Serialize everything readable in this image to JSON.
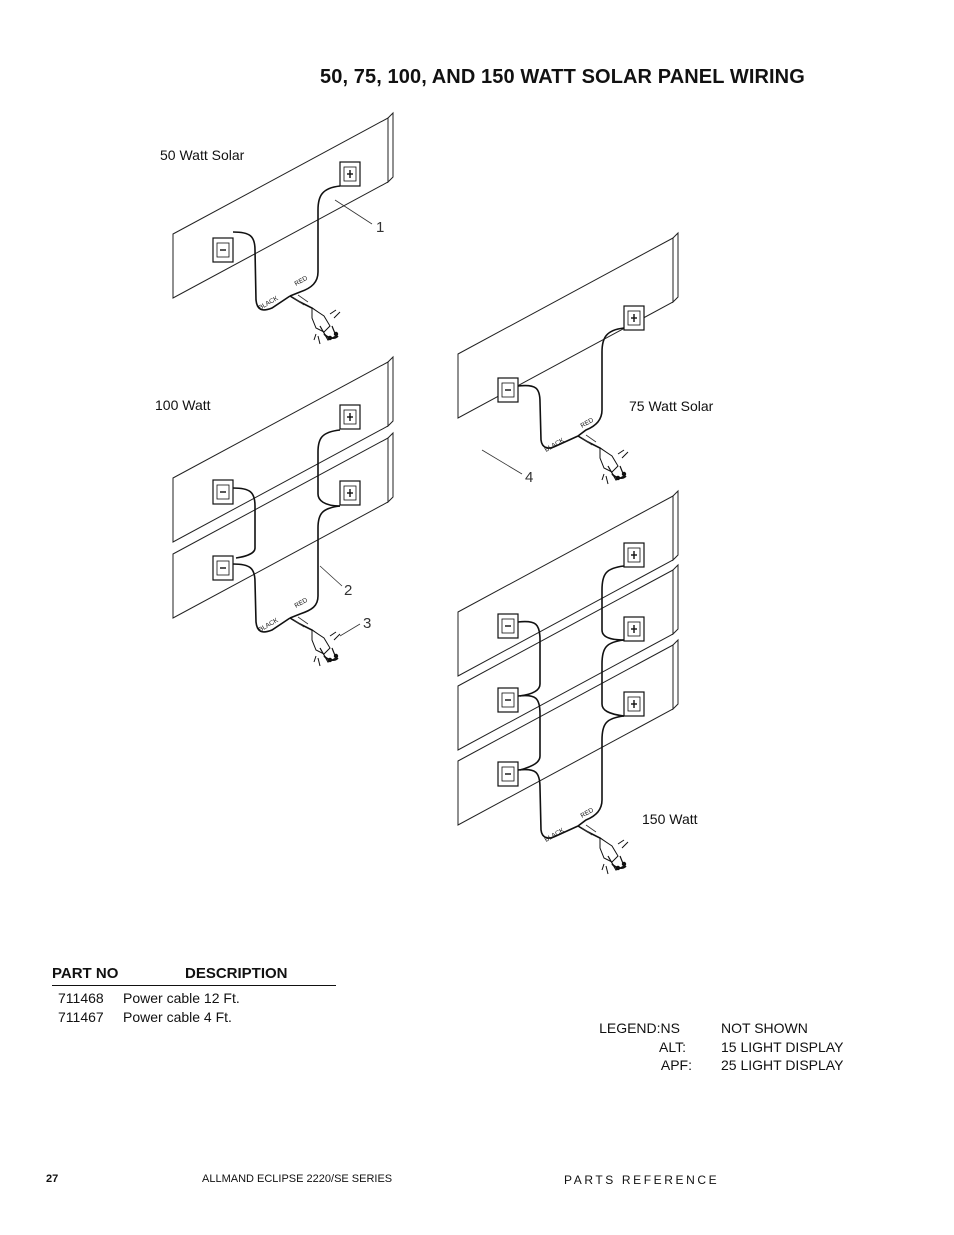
{
  "title": "50, 75, 100, AND 150 WATT SOLAR PANEL WIRING",
  "panel_labels": {
    "p50": "50 Watt  Solar",
    "p100": "100 Watt",
    "p75": "75 Watt  Solar",
    "p150": "150 Watt"
  },
  "wire_labels": {
    "black": "BLACK",
    "red": "RED"
  },
  "callouts": [
    "1",
    "2",
    "3",
    "4"
  ],
  "parts_table": {
    "headers": {
      "part_no": "PART NO",
      "description": "DESCRIPTION"
    },
    "rows": [
      {
        "part_no": "711468",
        "description": "Power cable 12 Ft."
      },
      {
        "part_no": "711467",
        "description": "Power cable 4 Ft."
      }
    ]
  },
  "legend": [
    {
      "key": "LEGEND:NS",
      "value": "NOT SHOWN"
    },
    {
      "key": "ALT:",
      "value": "15 LIGHT DISPLAY"
    },
    {
      "key": "APF:",
      "value": "25 LIGHT DISPLAY"
    }
  ],
  "footer": {
    "page_number": "27",
    "series": "ALLMAND ECLIPSE 2220/SE SERIES",
    "section": "PARTS REFERENCE"
  }
}
